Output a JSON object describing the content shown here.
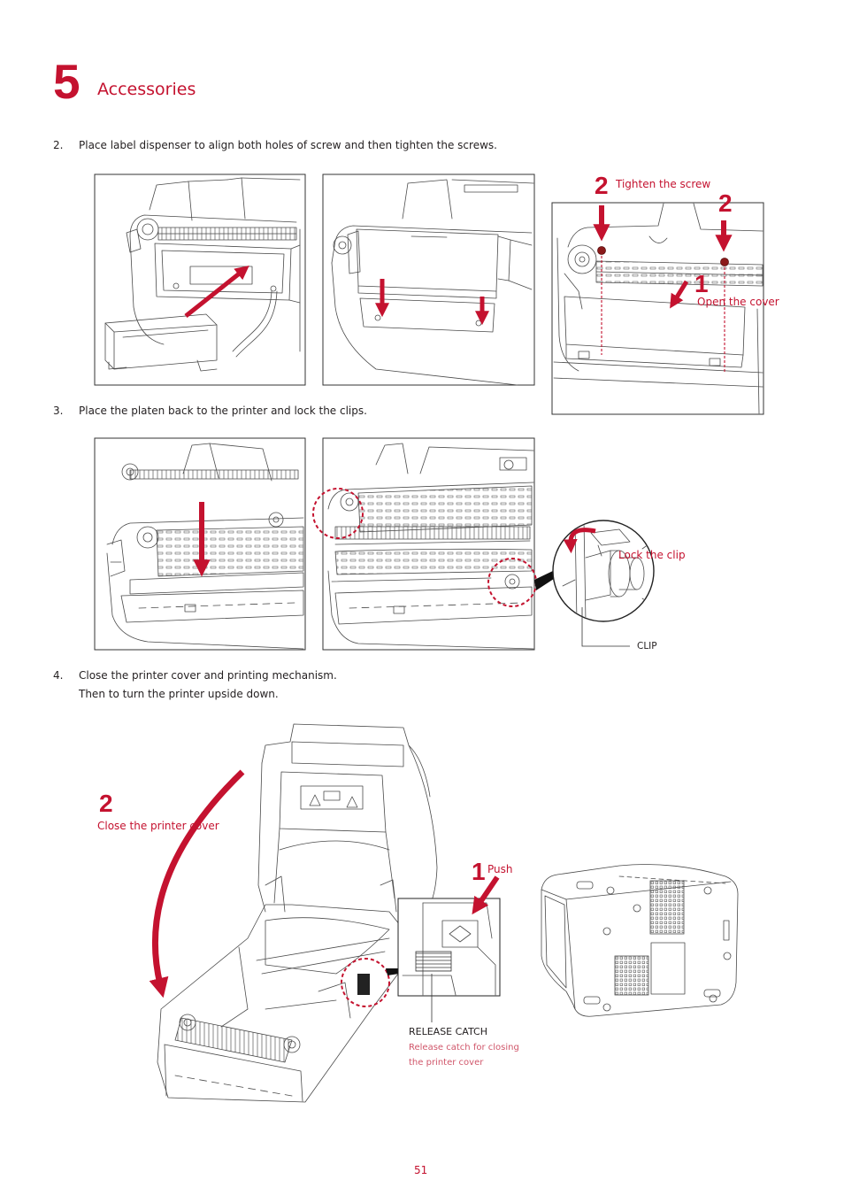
{
  "section": {
    "number": "5",
    "title": "Accessories"
  },
  "steps": [
    {
      "number": "2.",
      "lines": [
        "Place label dispenser to align both holes of screw and then tighten the screws."
      ]
    },
    {
      "number": "3.",
      "lines": [
        "Place the platen back to the printer and lock the clips."
      ]
    },
    {
      "number": "4.",
      "lines": [
        "Close the printer cover and printing mechanism.",
        "Then to turn the printer upside down."
      ]
    }
  ],
  "figures": {
    "tighten_screw": {
      "step_number": "2",
      "label": "Tighten the screw",
      "second_step_number": "2"
    },
    "open_cover": {
      "step_number": "1",
      "label": "Open the cover"
    },
    "lock_clip": {
      "label": "Lock the clip",
      "part_label": "CLIP"
    },
    "close_cover": {
      "step_number": "2",
      "label": "Close the printer cover"
    },
    "push": {
      "step_number": "1",
      "label": "Push"
    },
    "release_catch": {
      "title": "RELEASE CATCH",
      "description": [
        "Release catch for closing",
        "the printer cover"
      ]
    }
  },
  "page_number": "51",
  "colors": {
    "accent": "#c4122f",
    "text": "#231f20",
    "line_art": "#4a4a4a",
    "caption_light": "#d0566a"
  }
}
